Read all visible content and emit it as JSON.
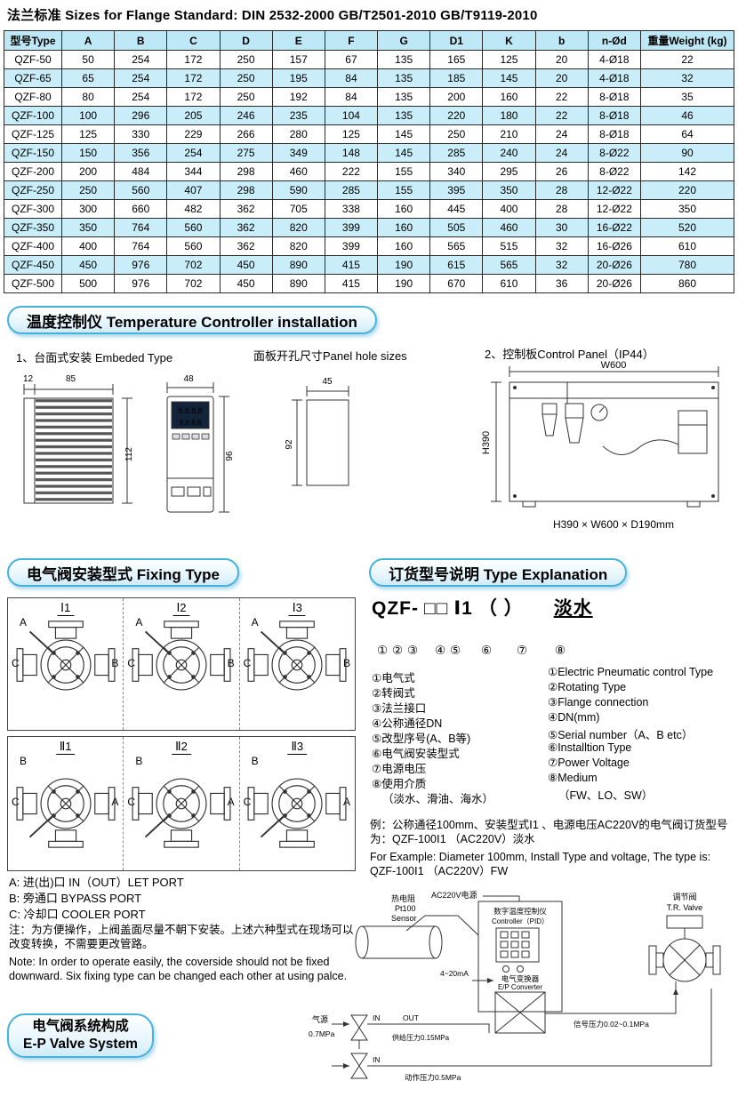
{
  "title": "法兰标准 Sizes for Flange Standard: DIN 2532-2000  GB/T2501-2010  GB/T9119-2010",
  "flange_table": {
    "headers": [
      "型号Type",
      "A",
      "B",
      "C",
      "D",
      "E",
      "F",
      "G",
      "D1",
      "K",
      "b",
      "n-Ød",
      "重量Weight (kg)"
    ],
    "rows": [
      [
        "QZF-50",
        "50",
        "254",
        "172",
        "250",
        "157",
        "67",
        "135",
        "165",
        "125",
        "20",
        "4-Ø18",
        "22"
      ],
      [
        "QZF-65",
        "65",
        "254",
        "172",
        "250",
        "195",
        "84",
        "135",
        "185",
        "145",
        "20",
        "4-Ø18",
        "32"
      ],
      [
        "QZF-80",
        "80",
        "254",
        "172",
        "250",
        "192",
        "84",
        "135",
        "200",
        "160",
        "22",
        "8-Ø18",
        "35"
      ],
      [
        "QZF-100",
        "100",
        "296",
        "205",
        "246",
        "235",
        "104",
        "135",
        "220",
        "180",
        "22",
        "8-Ø18",
        "46"
      ],
      [
        "QZF-125",
        "125",
        "330",
        "229",
        "266",
        "280",
        "125",
        "145",
        "250",
        "210",
        "24",
        "8-Ø18",
        "64"
      ],
      [
        "QZF-150",
        "150",
        "356",
        "254",
        "275",
        "349",
        "148",
        "145",
        "285",
        "240",
        "24",
        "8-Ø22",
        "90"
      ],
      [
        "QZF-200",
        "200",
        "484",
        "344",
        "298",
        "460",
        "222",
        "155",
        "340",
        "295",
        "26",
        "8-Ø22",
        "142"
      ],
      [
        "QZF-250",
        "250",
        "560",
        "407",
        "298",
        "590",
        "285",
        "155",
        "395",
        "350",
        "28",
        "12-Ø22",
        "220"
      ],
      [
        "QZF-300",
        "300",
        "660",
        "482",
        "362",
        "705",
        "338",
        "160",
        "445",
        "400",
        "28",
        "12-Ø22",
        "350"
      ],
      [
        "QZF-350",
        "350",
        "764",
        "560",
        "362",
        "820",
        "399",
        "160",
        "505",
        "460",
        "30",
        "16-Ø22",
        "520"
      ],
      [
        "QZF-400",
        "400",
        "764",
        "560",
        "362",
        "820",
        "399",
        "160",
        "565",
        "515",
        "32",
        "16-Ø26",
        "610"
      ],
      [
        "QZF-450",
        "450",
        "976",
        "702",
        "450",
        "890",
        "415",
        "190",
        "615",
        "565",
        "32",
        "20-Ø26",
        "780"
      ],
      [
        "QZF-500",
        "500",
        "976",
        "702",
        "450",
        "890",
        "415",
        "190",
        "670",
        "610",
        "36",
        "20-Ø26",
        "860"
      ]
    ]
  },
  "temp_section": {
    "pill": "温度控制仪 Temperature Controller installation",
    "embedded_label": "1、台面式安装 Embeded Type",
    "panel_hole_label": "面板开孔尺寸Panel hole sizes",
    "control_panel_label": "2、控制板Control Panel（IP44）",
    "display_line1": "8.8.8.8",
    "display_line2": "8.8.8.8",
    "dims": {
      "d12": "12",
      "d85": "85",
      "d112": "112",
      "d48": "48",
      "d96": "96",
      "d45": "45",
      "d92": "92",
      "w600": "W600",
      "h390": "H390",
      "caption": "H390 × W600 × D190mm"
    }
  },
  "fixing_section": {
    "pill": "电气阀安装型式 Fixing Type",
    "diagrams": [
      {
        "name": "Ⅰ1",
        "tl": "A",
        "l": "C",
        "r": "B"
      },
      {
        "name": "Ⅰ2",
        "tl": "A",
        "l": "C",
        "r": "B"
      },
      {
        "name": "Ⅰ3",
        "tl": "A",
        "l": "C",
        "r": "B"
      },
      {
        "name": "Ⅱ1",
        "tl": "B",
        "l": "C",
        "r": "A"
      },
      {
        "name": "Ⅱ2",
        "tl": "B",
        "l": "C",
        "r": "A"
      },
      {
        "name": "Ⅱ3",
        "tl": "B",
        "l": "C",
        "r": "A"
      }
    ],
    "ports": [
      "A:  进(出)口 IN（OUT）LET  PORT",
      "B: 旁通口 BYPASS  PORT",
      "C: 冷却口 COOLER  PORT"
    ],
    "note_cn": "注：为方便操作，上阀盖面尽量不朝下安装。上述六种型式在现场可以改变转换，不需要更改管路。",
    "note_en": "Note: In order to operate easily, the coverside should not be fixed downward. Six fixing type can be changed each other at using palce."
  },
  "type_section": {
    "pill": "订货型号说明 Type Explanation",
    "model_parts": [
      "QZF-",
      "□□",
      "Ⅰ1",
      "（ ）",
      "淡水"
    ],
    "circled": [
      "①",
      "②",
      "③",
      "④",
      "⑤",
      "⑥",
      "⑦",
      "⑧"
    ],
    "cn_items": [
      "①电气式",
      "②转阀式",
      "③法兰接口",
      "④公称通径DN",
      "⑤改型序号(A、B等)",
      "⑥电气阀安装型式",
      "⑦电源电压",
      "⑧使用介质",
      "（淡水、滑油、海水）"
    ],
    "en_items": [
      "①Electric Pneumatic control Type",
      "②Rotating Type",
      "③Flange connection",
      "④DN(mm)",
      "⑤Serial number（A、B etc）",
      "⑥Installtion Type",
      "⑦Power Voltage",
      "⑧Medium",
      "（FW、LO、SW）"
    ],
    "example_cn": "例：公称通径100mm、安装型式Ⅰ1 、电源电压AC220V的电气阀订货型号为：QZF-100Ⅰ1 （AC220V）淡水",
    "example_en": "For Example: Diameter 100mm, Install Type and voltage, The type is: QZF-100Ⅰ1 （AC220V）FW"
  },
  "ep_section": {
    "pill_line1": "电气阀系统构成",
    "pill_line2": "E-P Valve System",
    "sensor_l1": "热电阻",
    "sensor_l2": "Pt100",
    "sensor_l3": "Sensor",
    "power": "AC220V电源",
    "ctrl_l1": "数字温度控制仪",
    "ctrl_l2": "Controller（PID）",
    "conv_l1": "电气变换器",
    "conv_l2": "E/P Converter",
    "ma": "4~20mA",
    "valve_l1": "调节阀",
    "valve_l2": "T.R. Valve",
    "air": "气源",
    "air_pressure": "0.7MPa",
    "in1": "IN",
    "out1": "OUT",
    "supply": "供给压力0.15MPa",
    "signal": "信号压力0.02~0.1MPa",
    "in2": "IN",
    "action": "动作压力0.5MPa"
  }
}
